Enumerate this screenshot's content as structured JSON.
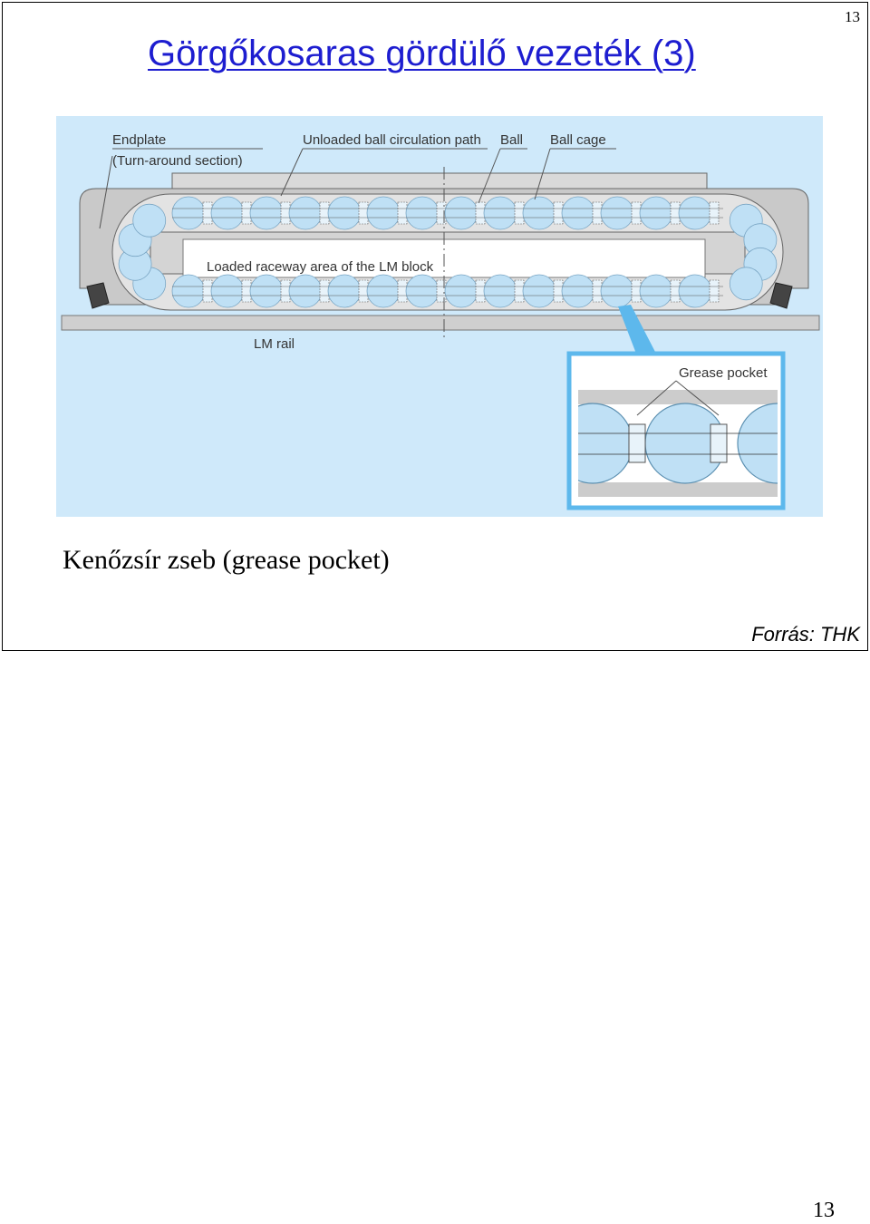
{
  "slide": {
    "title": "Görgőkosaras gördülő vezeték (3)",
    "page_number_top": "13",
    "caption": "Kenőzsír zseb (grease pocket)",
    "source": "Forrás: THK"
  },
  "figure": {
    "labels": {
      "endplate": "Endplate",
      "turn_around": "(Turn-around section)",
      "unloaded_path": "Unloaded ball circulation path",
      "ball": "Ball",
      "ball_cage": "Ball cage",
      "loaded_raceway": "Loaded raceway area of the LM block",
      "lm_rail": "LM rail",
      "grease_pocket": "Grease pocket"
    },
    "colors": {
      "background": "#cfe9fa",
      "ball_fill": "#bfe0f5",
      "steel": "#cccccc",
      "callout_border": "#5db8ec"
    }
  },
  "page_number_bottom": "13"
}
